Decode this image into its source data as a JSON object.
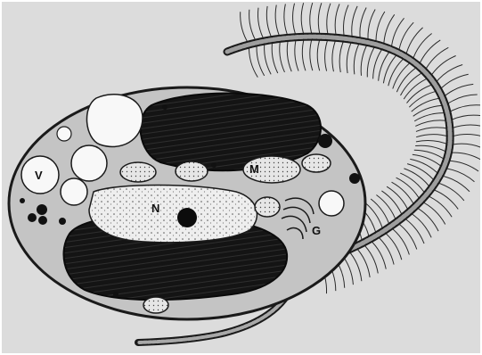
{
  "labels": {
    "vacuole": "V",
    "nucleus": "N",
    "mitochondrion": "M",
    "golgi": "G"
  },
  "colors": {
    "background": "#dcdcdc",
    "cytoplasm": "#c4c4c4",
    "outline": "#1a1a1a",
    "chloroplast": "#141414",
    "nucleus_fill": "#eeeeee",
    "vacuole_fill": "#f8f8f8",
    "flagellum": "#9e9e9e"
  }
}
